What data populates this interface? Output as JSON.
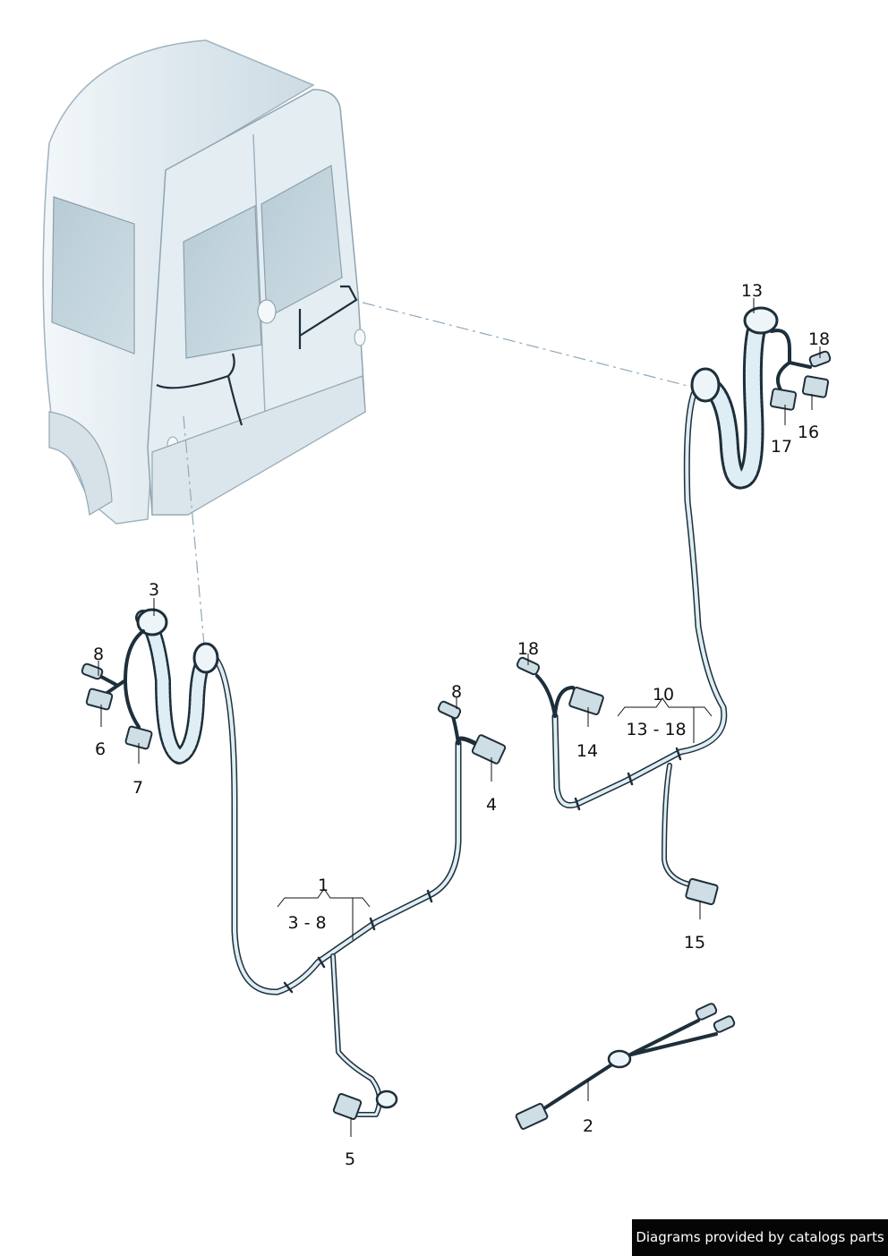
{
  "callouts": {
    "c1": "1",
    "c1_range": "3 - 8",
    "c2": "2",
    "c3": "3",
    "c4": "4",
    "c5": "5",
    "c6": "6",
    "c7": "7",
    "c8a": "8",
    "c8b": "8",
    "c10": "10",
    "c10_range": "13 - 18",
    "c13": "13",
    "c14": "14",
    "c15": "15",
    "c16": "16",
    "c17": "17",
    "c18a": "18",
    "c18b": "18"
  },
  "footer": {
    "credit": "Diagrams provided by catalogs parts"
  },
  "colors": {
    "wire": "#1d2f3a",
    "wire_fill": "#dfeef5",
    "van_body": "#e3edf2",
    "van_glass": "#c0d2db",
    "leader_dash": "#8fa8b8"
  }
}
